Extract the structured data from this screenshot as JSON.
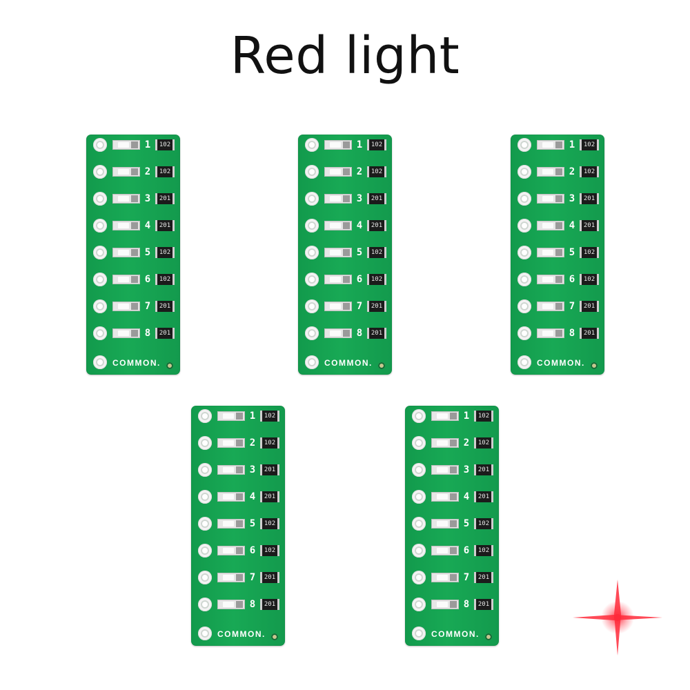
{
  "title": "Red light",
  "board": {
    "common_label": "COMMON.",
    "channel_numbers": [
      "1",
      "2",
      "3",
      "4",
      "5",
      "6",
      "7",
      "8"
    ],
    "resistor_codes": [
      "102",
      "102",
      "201",
      "201",
      "102",
      "102",
      "201",
      "201"
    ]
  },
  "boards_count": 5,
  "colors": {
    "board": "#18a955",
    "pad": "#f3f3f3",
    "sparkle": "#ff2a3a",
    "title": "#111111"
  },
  "icons": {
    "sparkle": "sparkle-icon"
  }
}
